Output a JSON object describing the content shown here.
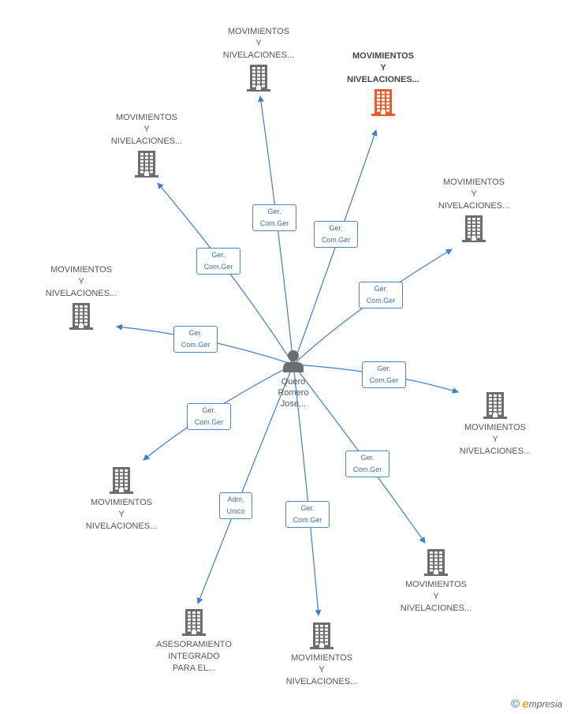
{
  "center": {
    "name_lines": [
      "Quero",
      "Romero",
      "Jose..."
    ]
  },
  "companies": [
    {
      "id": "c1",
      "lines": [
        "MOVIMIENTOS",
        "Y",
        "NIVELACIONES..."
      ],
      "highlight": false
    },
    {
      "id": "c2",
      "lines": [
        "MOVIMIENTOS",
        "Y",
        "NIVELACIONES..."
      ],
      "highlight": true
    },
    {
      "id": "c3",
      "lines": [
        "MOVIMIENTOS",
        "Y",
        "NIVELACIONES..."
      ],
      "highlight": false
    },
    {
      "id": "c4",
      "lines": [
        "MOVIMIENTOS",
        "Y",
        "NIVELACIONES..."
      ],
      "highlight": false
    },
    {
      "id": "c5",
      "lines": [
        "MOVIMIENTOS",
        "Y",
        "NIVELACIONES..."
      ],
      "highlight": false
    },
    {
      "id": "c6",
      "lines": [
        "MOVIMIENTOS",
        "Y",
        "NIVELACIONES..."
      ],
      "highlight": false
    },
    {
      "id": "c7",
      "lines": [
        "MOVIMIENTOS",
        "Y",
        "NIVELACIONES..."
      ],
      "highlight": false
    },
    {
      "id": "c8",
      "lines": [
        "MOVIMIENTOS",
        "Y",
        "NIVELACIONES..."
      ],
      "highlight": false
    },
    {
      "id": "c9",
      "lines": [
        "ASESORAMIENTO",
        "INTEGRADO",
        "PARA EL..."
      ],
      "highlight": false
    },
    {
      "id": "c10",
      "lines": [
        "MOVIMIENTOS",
        "Y",
        "NIVELACIONES..."
      ],
      "highlight": false
    }
  ],
  "relations": [
    {
      "to": "c1",
      "role": [
        "Ger.",
        "Com.Ger"
      ]
    },
    {
      "to": "c2",
      "role": [
        "Ger.",
        "Com.Ger"
      ]
    },
    {
      "to": "c3",
      "role": [
        "Ger.",
        "Com.Ger"
      ]
    },
    {
      "to": "c4",
      "role": [
        "Ger.",
        "Com.Ger"
      ]
    },
    {
      "to": "c5",
      "role": [
        "Ger.",
        "Com.Ger"
      ]
    },
    {
      "to": "c6",
      "role": [
        "Ger.",
        "Com.Ger"
      ]
    },
    {
      "to": "c7",
      "role": [
        "Ger.",
        "Com.Ger"
      ]
    },
    {
      "to": "c8",
      "role": [
        "Ger.",
        "Com.Ger"
      ]
    },
    {
      "to": "c9",
      "role": [
        "Adm.",
        "Unico"
      ]
    },
    {
      "to": "c10",
      "role": [
        "Ger.",
        "Com.Ger"
      ]
    }
  ],
  "colors": {
    "edge": "#3b7dd8",
    "icon": "#6d6d6d",
    "highlight": "#f05a28",
    "text": "#555555"
  },
  "brand": {
    "copyright": "©",
    "initial": "e",
    "rest": "mpresia"
  }
}
